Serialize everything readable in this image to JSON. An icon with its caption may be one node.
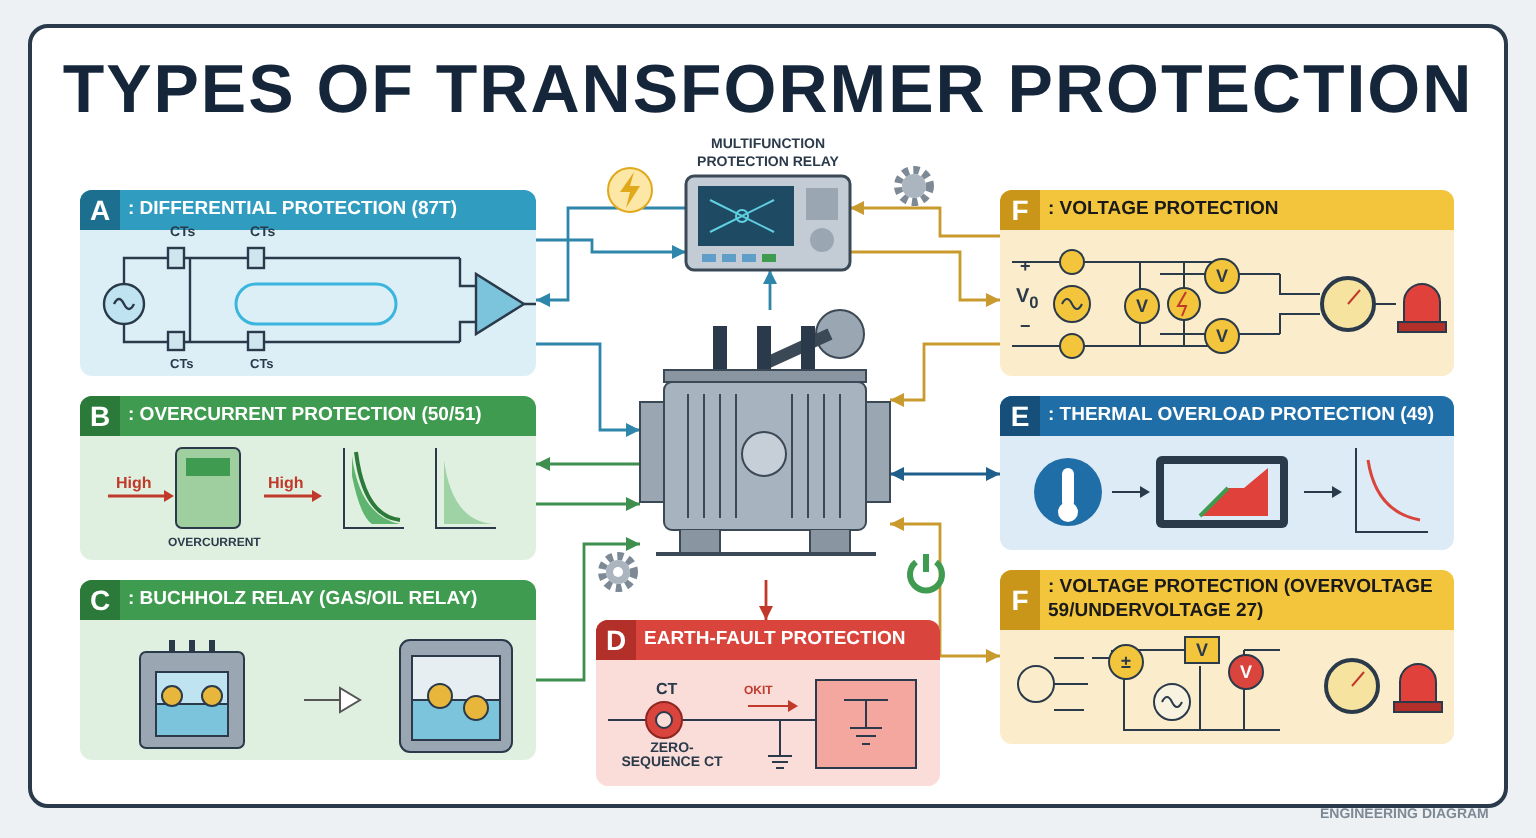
{
  "diagram": {
    "title": "TYPES OF TRANSFORMER PROTECTION",
    "nodes": [
      {
        "text": [
          "MULTIFUNCTION PROTECTION RELAY"
        ]
      },
      {
        "text": [],
        "shape": "picture"
      },
      {
        "text": [
          "A",
          ": DIFFERENTIAL PROTECTION (87T)"
        ]
      },
      {
        "text": [
          "B",
          ": OVERCURRENT PROTECTION (50/51)"
        ]
      },
      {
        "text": [
          "C",
          ": BUCHHOLZ RELAY (GAS/OIL RELAY)"
        ]
      },
      {
        "text": [
          "D",
          "EARTH-FAULT PROTECTION"
        ]
      },
      {
        "text": [
          "F",
          ": VOLTAGE PROTECTION"
        ]
      },
      {
        "text": [
          "E",
          ": THERMAL OVERLOAD PROTECTION (49)"
        ]
      },
      {
        "text": [
          "F",
          ": VOLTAGE PROTECTION (OVERVOLTAGE 59/UNDERVOLTAGE 27)"
        ]
      }
    ],
    "edges": [
      {
        "from": 0,
        "to": 2,
        "arrow": "to",
        "color": "#2e86ab"
      },
      {
        "from": 2,
        "to": 0,
        "arrow": "to",
        "color": "#2e86ab"
      },
      {
        "from": 2,
        "to": 1,
        "arrow": "to",
        "color": "#2e86ab"
      },
      {
        "from": 1,
        "to": 3,
        "arrow": "to",
        "color": "#3f8f4f"
      },
      {
        "from": 3,
        "to": 1,
        "arrow": "to",
        "color": "#3f8f4f"
      },
      {
        "from": 4,
        "to": 1,
        "arrow": "to",
        "color": "#3f8f4f"
      },
      {
        "from": 1,
        "to": 0,
        "arrow": "to",
        "color": "#2e86ab"
      },
      {
        "from": 1,
        "to": 5,
        "arrow": "to",
        "color": "#c0392b"
      },
      {
        "from": 6,
        "to": 0,
        "arrow": "to",
        "color": "#c99a2e"
      },
      {
        "from": 0,
        "to": 6,
        "arrow": "to",
        "color": "#c99a2e"
      },
      {
        "from": 6,
        "to": 1,
        "arrow": "to",
        "color": "#c99a2e"
      },
      {
        "from": 7,
        "to": 1,
        "arrow": "both",
        "color": "#1f5f8b"
      },
      {
        "from": 8,
        "to": 1,
        "arrow": "both",
        "color": "#c99a2e"
      }
    ],
    "labels": [
      "CTs",
      "CTs",
      "CTs",
      "CTs",
      "High",
      "OVERCURRENT",
      "High",
      "+",
      "V$_{0}$",
      "−",
      "V",
      "V",
      "V",
      "±",
      "V",
      "V",
      "CT",
      "OKIT",
      "ZERO-SEQUENCE CT",
      "ENGINEERING DIAGRAM"
    ]
  }
}
